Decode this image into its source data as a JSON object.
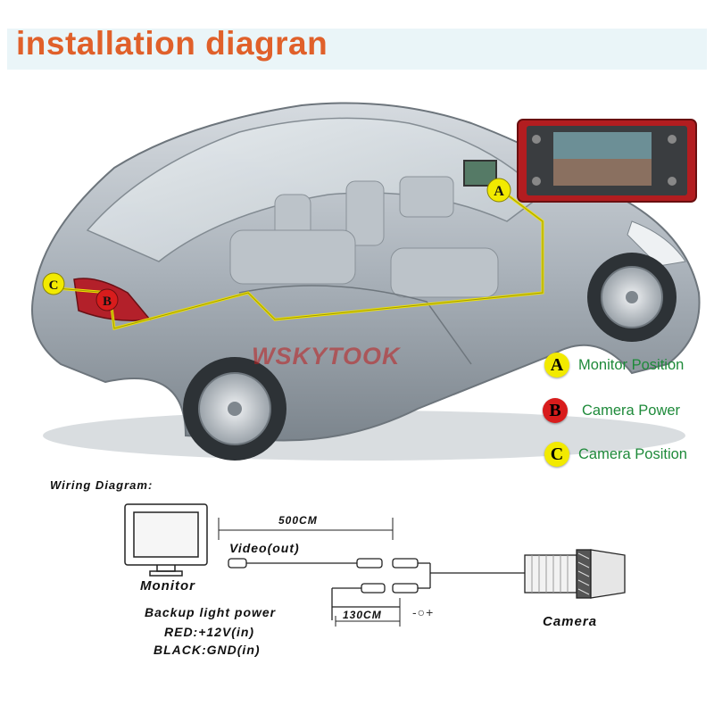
{
  "title": "installation diagran",
  "watermark": "WSKYTOOK",
  "legend": [
    {
      "letter": "A",
      "label": "Monitor Position",
      "color": "#f2ea00"
    },
    {
      "letter": "B",
      "label": "Camera Power",
      "color": "#d81c1c"
    },
    {
      "letter": "C",
      "label": "Camera Position",
      "color": "#f2ea00"
    }
  ],
  "callouts": {
    "a": "A",
    "b": "B",
    "c": "C"
  },
  "wiring": {
    "heading": "Wiring Diagram:",
    "monitor_label": "Monitor",
    "camera_label": "Camera",
    "length_long": "500CM",
    "video_label": "Video(out)",
    "power_label": "Backup light power",
    "red_label": "RED:+12V(in)",
    "black_label": "BLACK:GND(in)",
    "length_short": "130CM",
    "polarity": "-○+"
  }
}
